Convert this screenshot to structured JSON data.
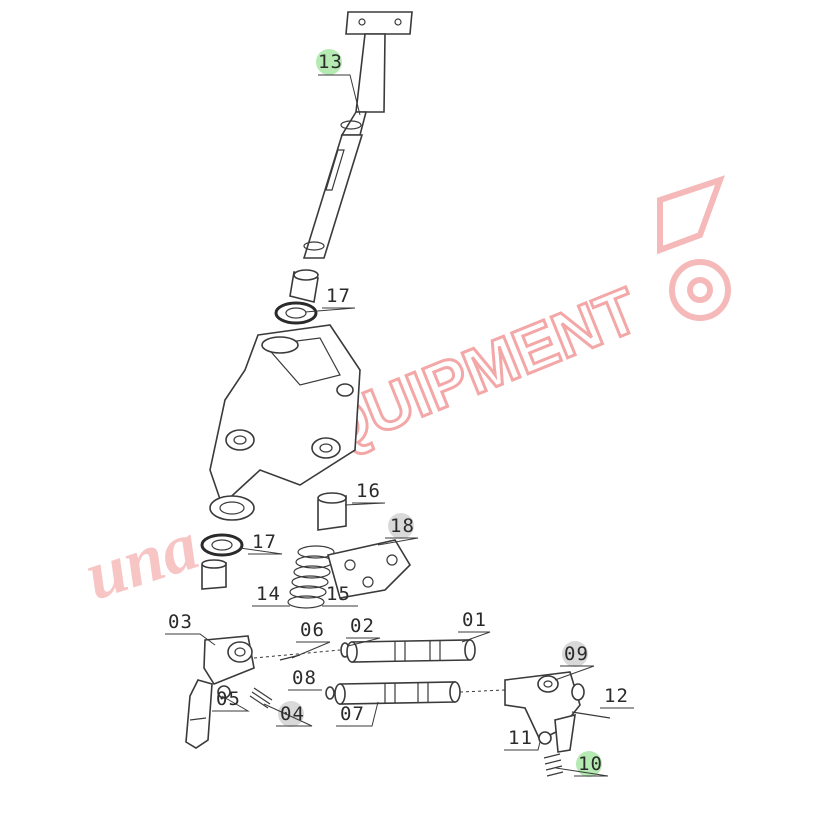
{
  "watermark": {
    "text": "EQUIPMENT",
    "script_fragment": "una",
    "color": "#f08a8a",
    "icon": "tractor-icon"
  },
  "callouts": [
    {
      "id": "13",
      "label": "13",
      "highlight": "#b6eab3"
    },
    {
      "id": "17a",
      "label": "17",
      "highlight": null
    },
    {
      "id": "16",
      "label": "16",
      "highlight": null
    },
    {
      "id": "18",
      "label": "18",
      "highlight": "#d9d9d9"
    },
    {
      "id": "17b",
      "label": "17",
      "highlight": null
    },
    {
      "id": "14",
      "label": "14",
      "highlight": null
    },
    {
      "id": "15",
      "label": "15",
      "highlight": null
    },
    {
      "id": "03",
      "label": "03",
      "highlight": null
    },
    {
      "id": "06",
      "label": "06",
      "highlight": null
    },
    {
      "id": "02",
      "label": "02",
      "highlight": null
    },
    {
      "id": "01",
      "label": "01",
      "highlight": null
    },
    {
      "id": "09",
      "label": "09",
      "highlight": "#d9d9d9"
    },
    {
      "id": "08",
      "label": "08",
      "highlight": null
    },
    {
      "id": "05",
      "label": "05",
      "highlight": null
    },
    {
      "id": "04",
      "label": "04",
      "highlight": "#d9d9d9"
    },
    {
      "id": "07",
      "label": "07",
      "highlight": null
    },
    {
      "id": "12",
      "label": "12",
      "highlight": null
    },
    {
      "id": "11",
      "label": "11",
      "highlight": null
    },
    {
      "id": "10",
      "label": "10",
      "highlight": "#b6eab3"
    }
  ]
}
